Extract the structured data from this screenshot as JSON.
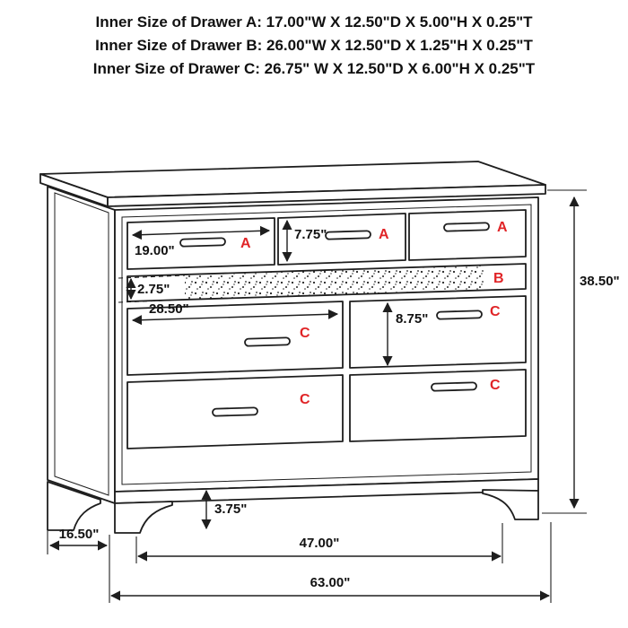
{
  "header": {
    "lines": [
      "Inner Size of Drawer A: 17.00\"W X 12.50\"D X 5.00\"H X 0.25\"T",
      "Inner Size of Drawer B: 26.00\"W X 12.50\"D X 1.25\"H X 0.25\"T",
      "Inner Size of Drawer C: 26.75\" W X 12.50\"D X 6.00\"H X 0.25\"T"
    ]
  },
  "dimensions": {
    "drawer_a_width": "19.00\"",
    "drawer_a_height": "7.75\"",
    "drawer_b_height": "2.75\"",
    "drawer_c_width": "28.50\"",
    "drawer_c_height": "8.75\"",
    "overall_height": "38.50\"",
    "leg_height": "3.75\"",
    "depth": "16.50\"",
    "leg_span_width": "47.00\"",
    "overall_width": "63.00\""
  },
  "letters": {
    "a1": "A",
    "a2": "A",
    "a3": "A",
    "b": "B",
    "c_left_upper": "C",
    "c_left_lower": "C",
    "c_right_upper": "C",
    "c_right_lower": "C"
  },
  "colors": {
    "letter_red": "#e02427",
    "line": "#1e1e1e"
  }
}
